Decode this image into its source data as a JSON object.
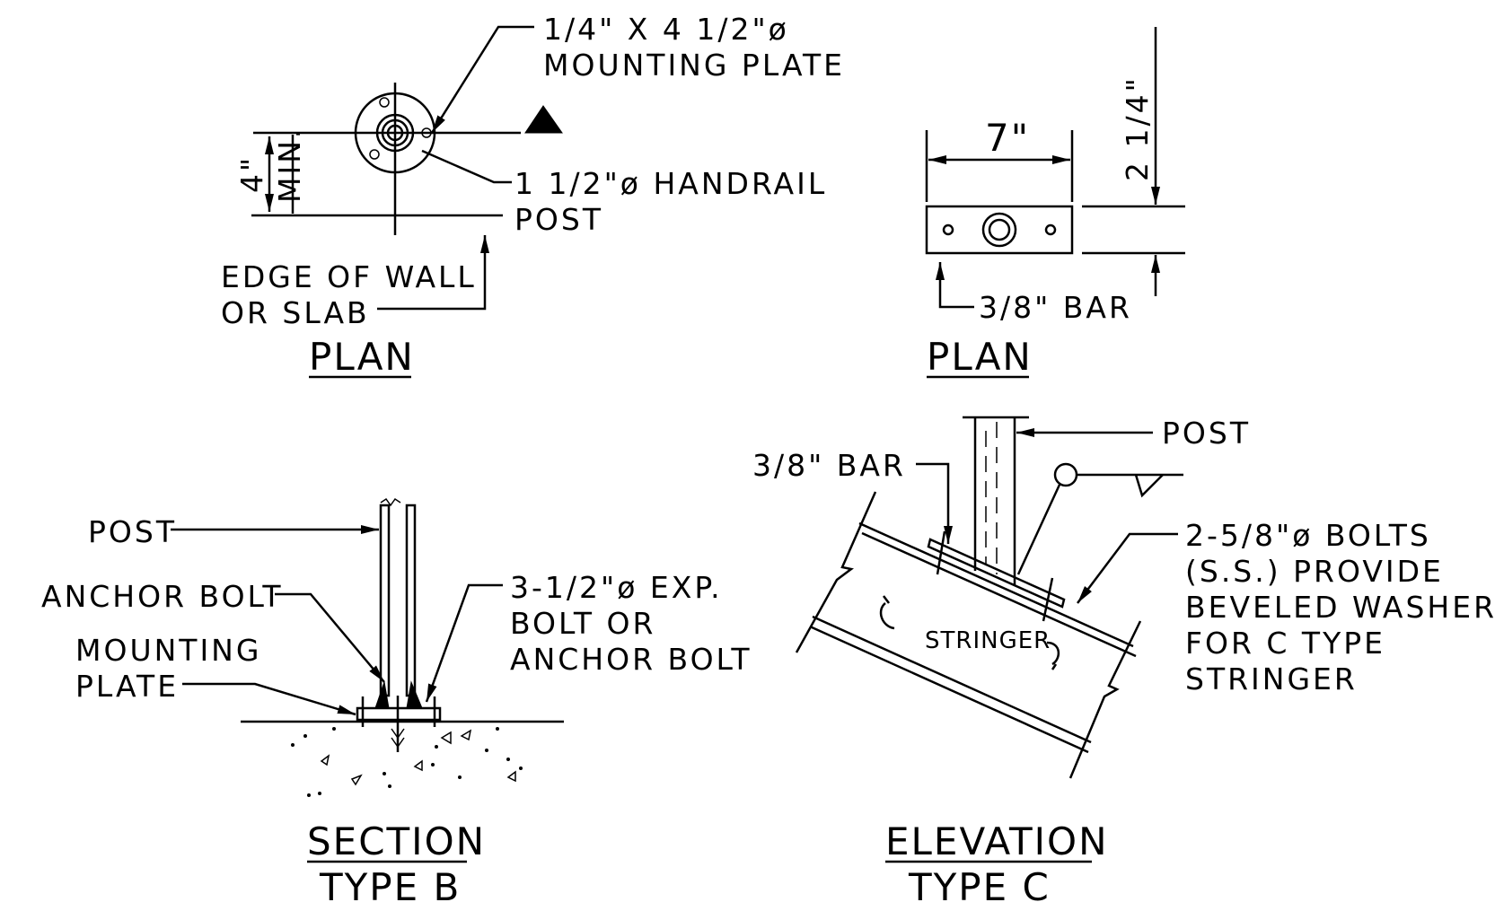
{
  "top_left": {
    "plate_label_line1": "1/4\" X 4 1/2\"ø",
    "plate_label_line2": "MOUNTING PLATE",
    "dim_4": "4\"",
    "dim_min": "MIN.",
    "post_label_line1": "1 1/2\"ø HANDRAIL",
    "post_label_line2": "POST",
    "edge_label_line1": "EDGE OF WALL",
    "edge_label_line2": "OR SLAB",
    "title": "PLAN"
  },
  "top_right": {
    "dim_width": "7\"",
    "dim_height": "2 1/4\"",
    "bar_label": "3/8\" BAR",
    "title": "PLAN"
  },
  "bottom_left": {
    "post_label": "POST",
    "anchor_label": "ANCHOR BOLT",
    "plate_label_line1": "MOUNTING",
    "plate_label_line2": "PLATE",
    "bolt_label_line1": "3-1/2\"ø EXP.",
    "bolt_label_line2": "BOLT OR",
    "bolt_label_line3": "ANCHOR BOLT",
    "title_line1": "SECTION",
    "title_line2": "TYPE B"
  },
  "bottom_right": {
    "post_label": "POST",
    "bar_label": "3/8\" BAR",
    "stringer_label": "STRINGER",
    "bolts_line1": "2-5/8\"ø BOLTS",
    "bolts_line2": "(S.S.) PROVIDE",
    "bolts_line3": "BEVELED WASHER",
    "bolts_line4": "FOR C TYPE",
    "bolts_line5": "STRINGER",
    "title_line1": "ELEVATION",
    "title_line2": "TYPE C"
  }
}
